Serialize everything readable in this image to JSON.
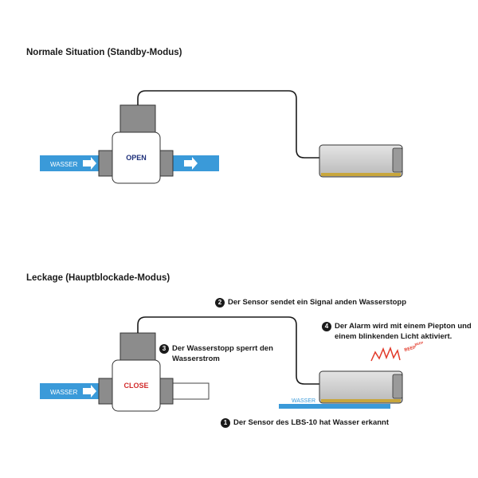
{
  "diagram": {
    "normal": {
      "title": "Normale Situation (Standby-Modus)",
      "water_label": "WASSER",
      "valve_state": "OPEN"
    },
    "leak": {
      "title": "Leckage (Hauptblockade-Modus)",
      "water_label": "WASSER",
      "leak_water_label": "WASSER",
      "valve_state": "CLOSE",
      "beep_label": "BEEP",
      "beep_small": "BEEP",
      "steps": [
        {
          "num": "1",
          "text": "Der Sensor des LBS-10 hat Wasser erkannt"
        },
        {
          "num": "2",
          "text": "Der Sensor sendet ein Signal anden Wasserstopp"
        },
        {
          "num": "3",
          "line1": "Der Wasserstopp sperrt den",
          "line2": "Wasserstrom"
        },
        {
          "num": "4",
          "line1": "Der Alarm wird mit einem Piepton und",
          "line2": "einem blinkenden Licht aktiviert."
        }
      ]
    },
    "colors": {
      "water": "#3a9ad9",
      "valve_body": "#8c8c8c",
      "sensor_body": "#d0d0d0",
      "sensor_strip": "#c8a63c",
      "open_text": "#1d2f7a",
      "close_text": "#d22b2b",
      "alarm": "#e23a2a"
    }
  }
}
